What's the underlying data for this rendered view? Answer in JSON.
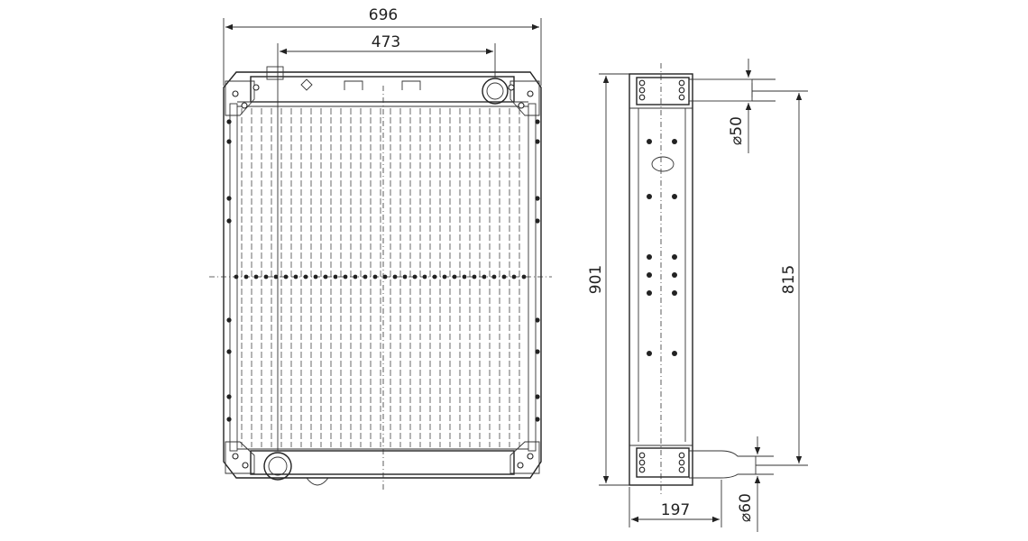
{
  "dimensions": {
    "overall_width": "696",
    "inlet_spacing": "473",
    "overall_height": "901",
    "core_height": "815",
    "side_depth": "197",
    "upper_pipe_dia": "⌀50",
    "lower_pipe_dia": "⌀60"
  },
  "colors": {
    "line": "#222222",
    "background": "#ffffff"
  }
}
